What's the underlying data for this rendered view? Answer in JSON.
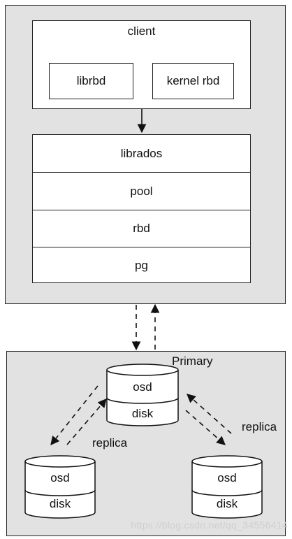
{
  "client": {
    "title": "client",
    "librbd": "librbd",
    "kernel_rbd": "kernel rbd"
  },
  "stack": {
    "layers": [
      "librados",
      "pool",
      "rbd",
      "pg"
    ]
  },
  "cluster": {
    "primary_label": "Primary",
    "replica_label_left": "replica",
    "replica_label_right": "replica",
    "nodes": [
      {
        "top": "osd",
        "bottom": "disk"
      },
      {
        "top": "osd",
        "bottom": "disk"
      },
      {
        "top": "osd",
        "bottom": "disk"
      }
    ]
  },
  "watermark": "https://blog.csdn.net/qq_34556414"
}
